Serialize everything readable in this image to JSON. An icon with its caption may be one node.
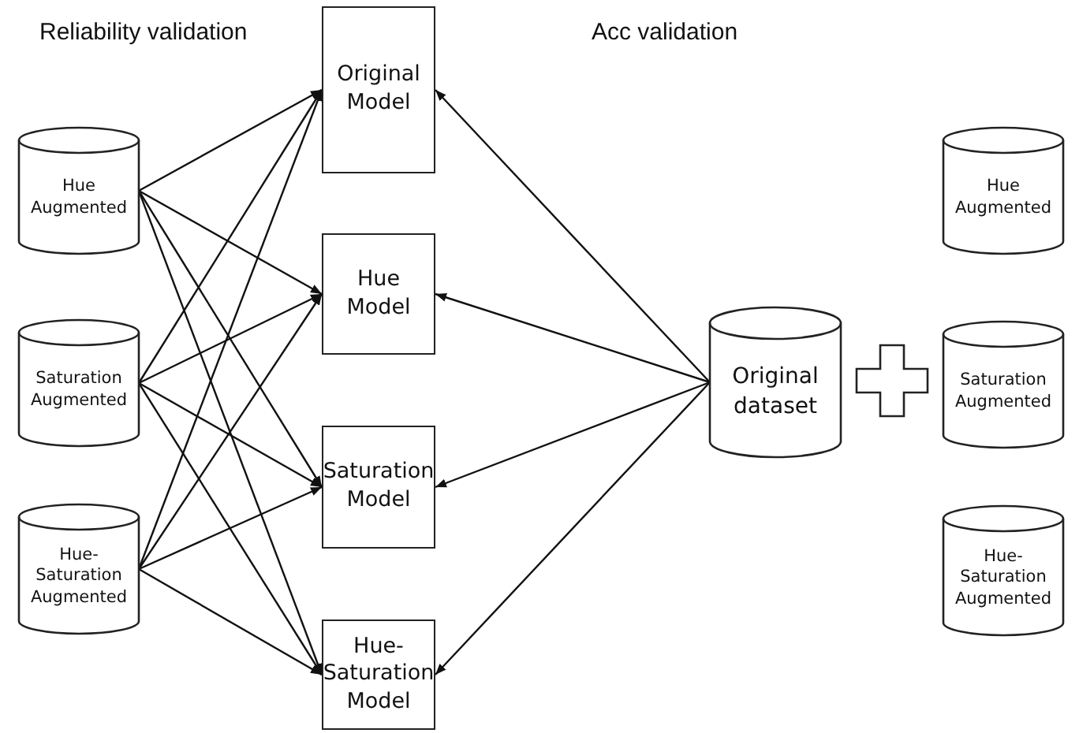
{
  "diagram": {
    "nodes": [
      {
        "text": [
          "Hue Augmented"
        ]
      },
      {
        "text": [
          "Saturation Augmented"
        ]
      },
      {
        "text": [
          "Hue- Saturation Augmented"
        ]
      },
      {
        "text": [
          "Original Model"
        ]
      },
      {
        "text": [
          "Hue Model"
        ]
      },
      {
        "text": [
          "Saturation Model"
        ]
      },
      {
        "text": [
          "Hue- Saturation Model"
        ]
      },
      {
        "text": [
          "Original dataset"
        ]
      },
      {
        "text": [
          "Hue Augmented"
        ]
      },
      {
        "text": [
          "Saturation Augmented"
        ]
      },
      {
        "text": [
          "Hue- Saturation Augmented"
        ]
      }
    ],
    "edges": [
      {
        "from": 0,
        "to": 3,
        "arrow": "to"
      },
      {
        "from": 0,
        "to": 4,
        "arrow": "to"
      },
      {
        "from": 0,
        "to": 5,
        "arrow": "to"
      },
      {
        "from": 0,
        "to": 6,
        "arrow": "to"
      },
      {
        "from": 1,
        "to": 3,
        "arrow": "to"
      },
      {
        "from": 1,
        "to": 4,
        "arrow": "to"
      },
      {
        "from": 1,
        "to": 5,
        "arrow": "to"
      },
      {
        "from": 1,
        "to": 6,
        "arrow": "to"
      },
      {
        "from": 2,
        "to": 3,
        "arrow": "to"
      },
      {
        "from": 2,
        "to": 4,
        "arrow": "to"
      },
      {
        "from": 2,
        "to": 5,
        "arrow": "to"
      },
      {
        "from": 2,
        "to": 6,
        "arrow": "to"
      },
      {
        "from": 7,
        "to": 3,
        "arrow": "to"
      },
      {
        "from": 7,
        "to": 4,
        "arrow": "to"
      },
      {
        "from": 7,
        "to": 5,
        "arrow": "to"
      },
      {
        "from": 7,
        "to": 6,
        "arrow": "to"
      }
    ],
    "labels": [
      "Reliability validation",
      "Acc validation"
    ]
  }
}
